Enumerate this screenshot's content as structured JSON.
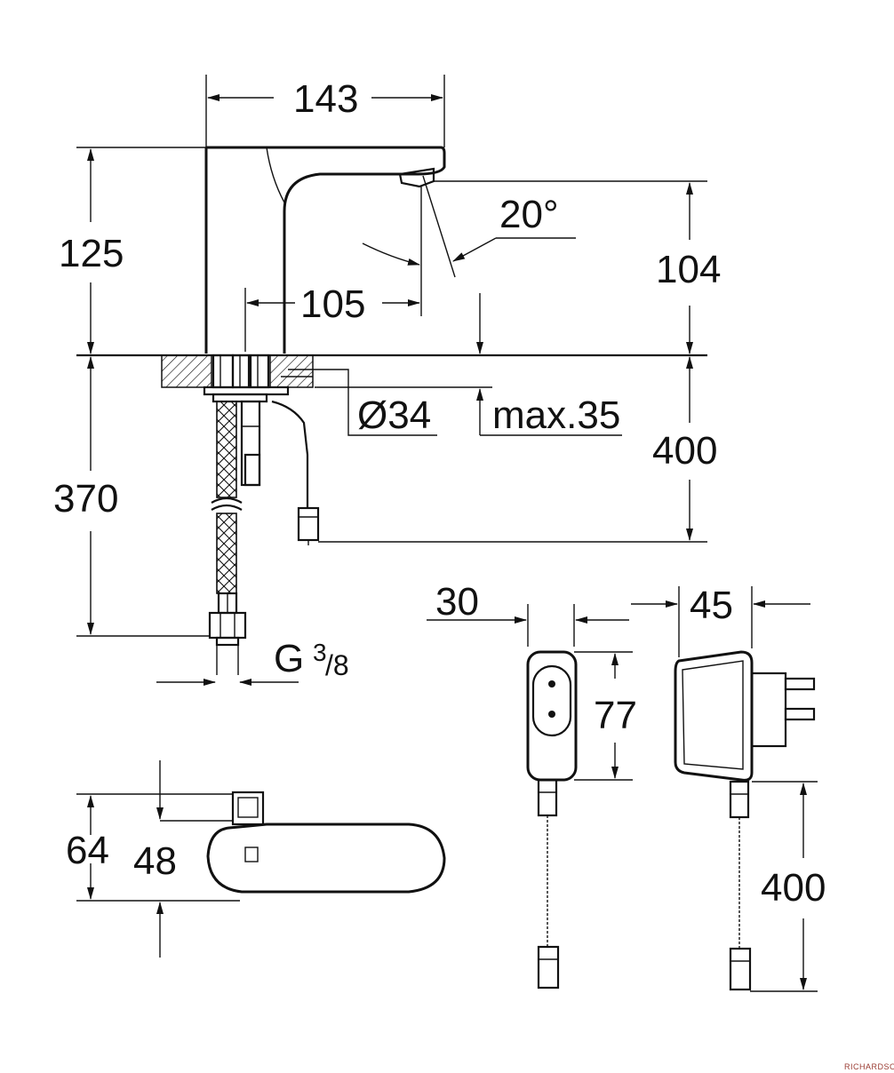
{
  "dimensions": {
    "width_top": "143",
    "height_body": "125",
    "spout_reach": "105",
    "spout_angle": "20°",
    "spout_height": "104",
    "hole_diameter": "Ø34",
    "deck_thickness": "max.35",
    "cable_length": "400",
    "hose_length": "370",
    "thread_label": "G",
    "thread_num": "3",
    "thread_den": "/8",
    "side_height": "64",
    "side_body": "48",
    "box_width": "30",
    "box_height": "77",
    "adapter_width": "45",
    "adapter_cable": "400"
  },
  "watermark": "RICHARDSON",
  "colors": {
    "line": "#111111",
    "background": "#ffffff",
    "watermark": "#9a3b32"
  }
}
